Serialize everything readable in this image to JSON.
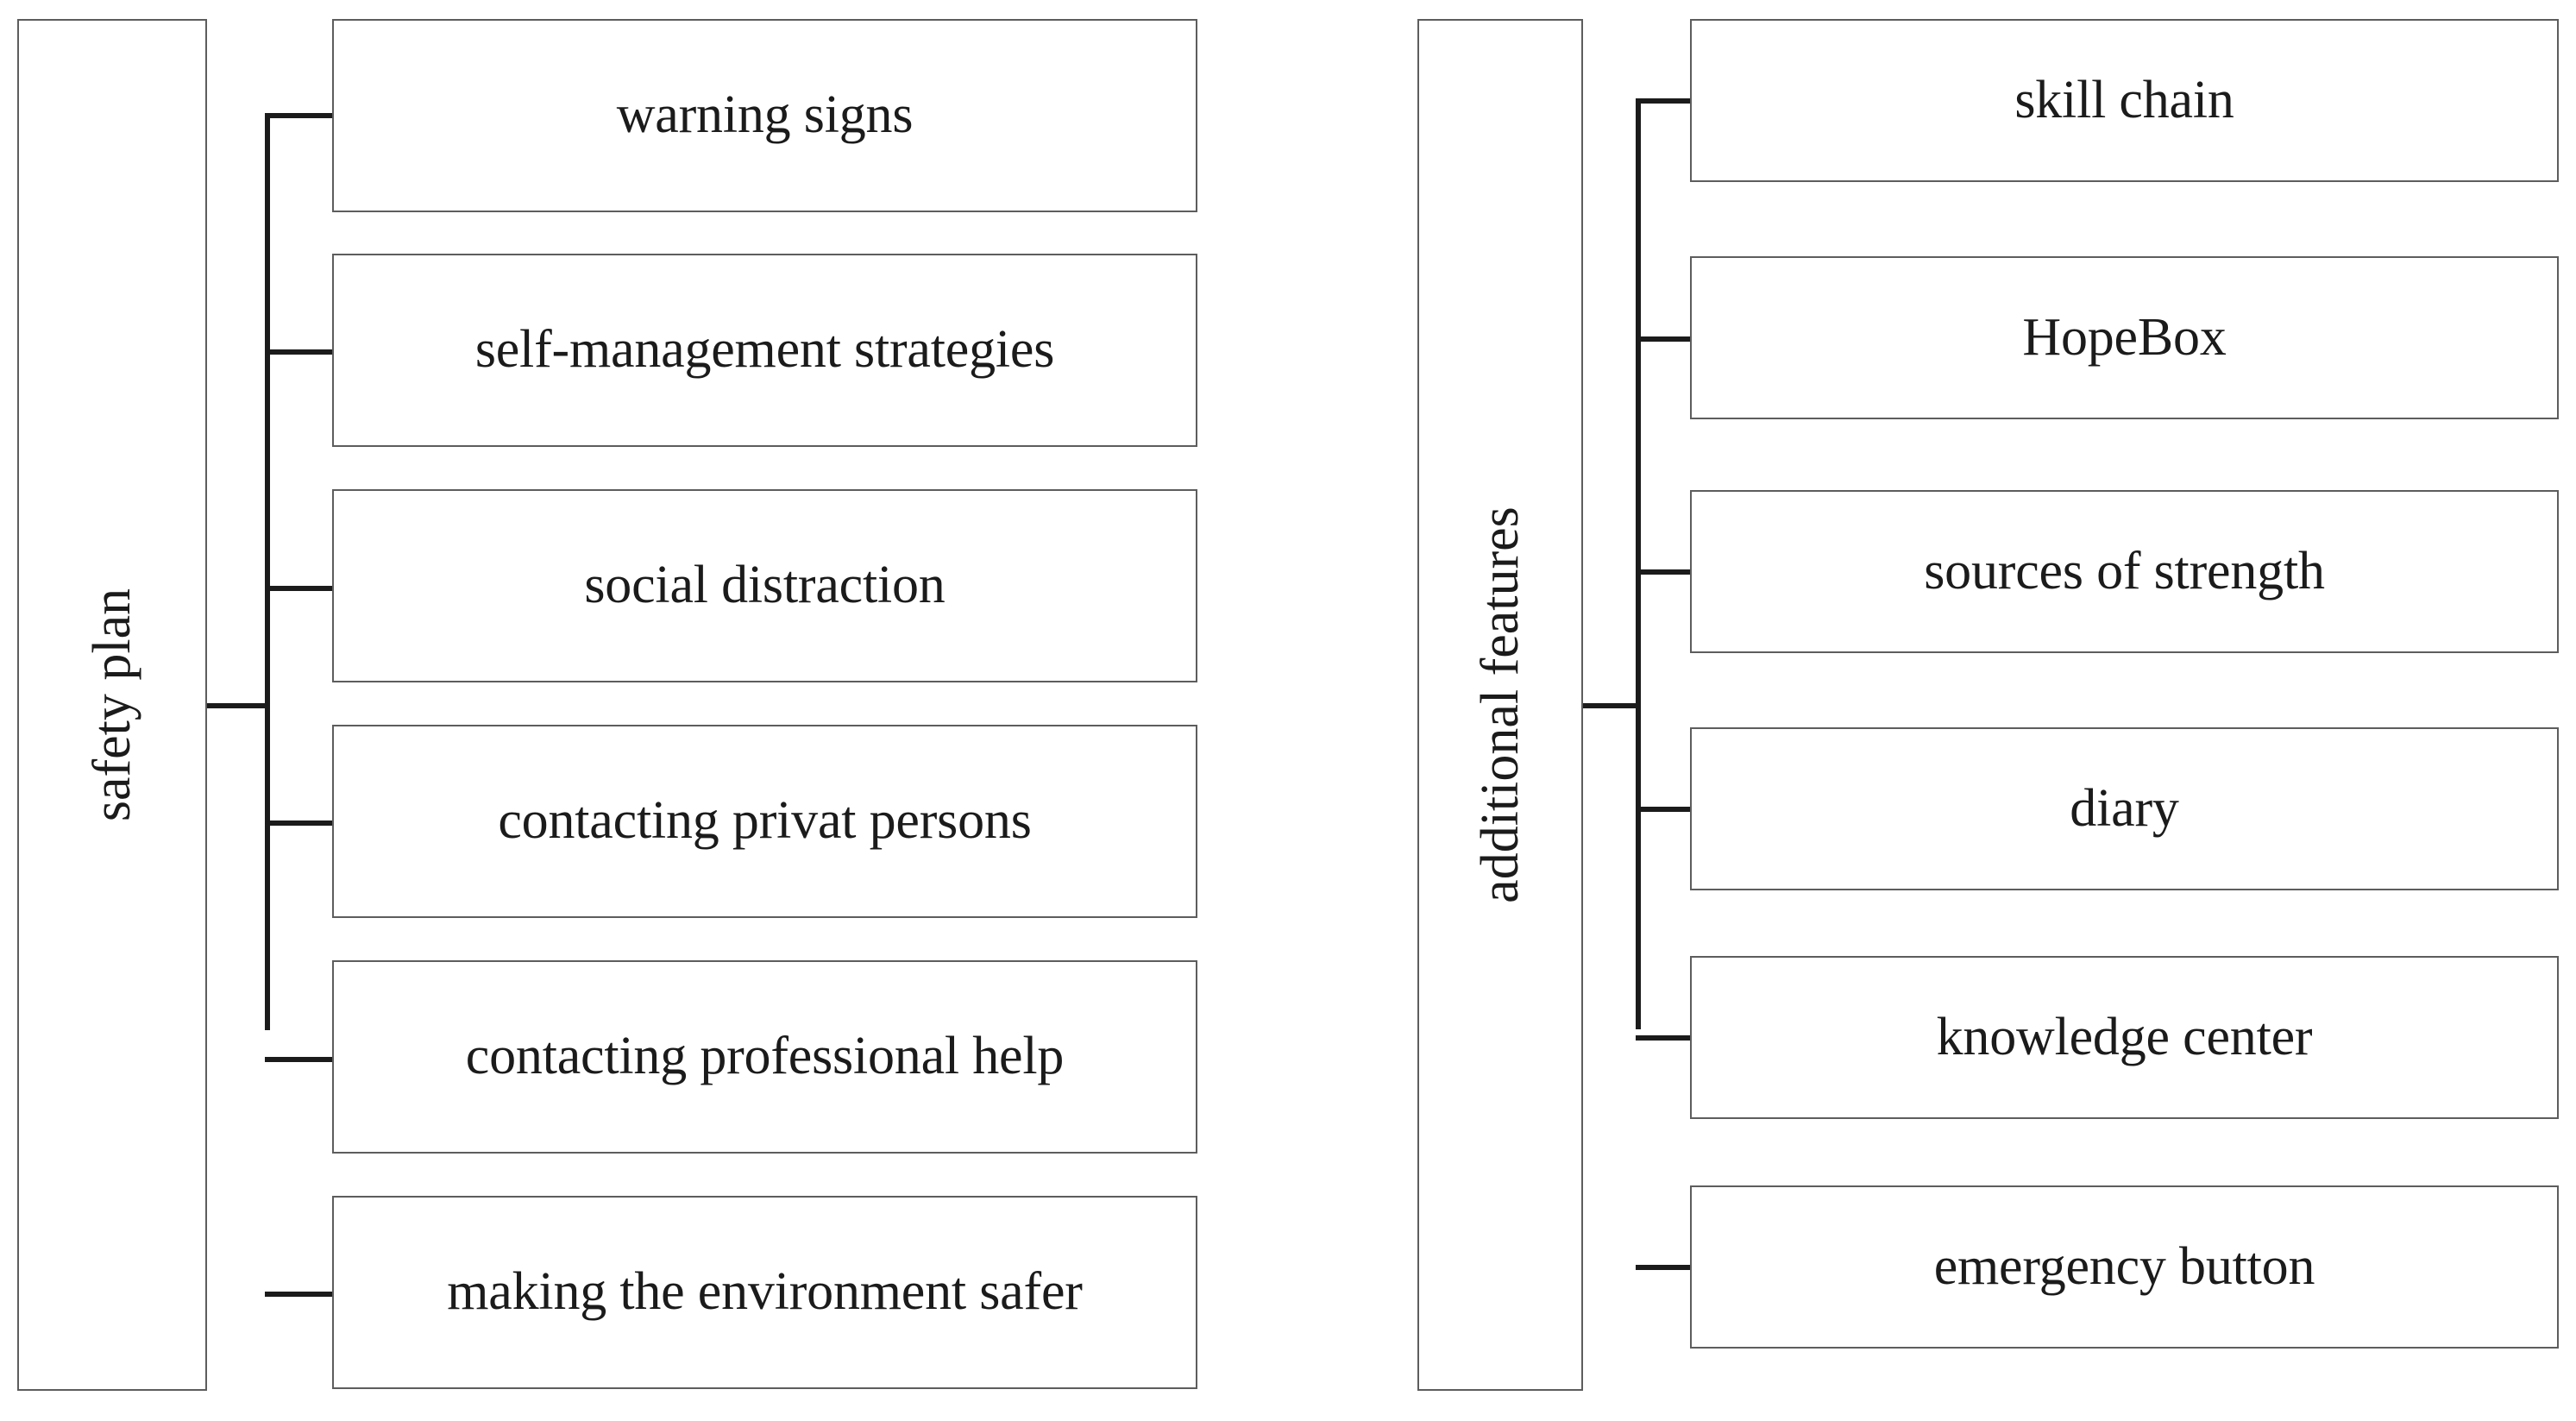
{
  "diagram": {
    "type": "tree-diagram",
    "orientation": "horizontal-left-to-right",
    "background_color": "#ffffff",
    "box_border_color": "#5d5d5d",
    "connector_color": "#1b1b1b",
    "text_color": "#1b1b1b"
  },
  "groups": [
    {
      "id": "safety-plan",
      "root_label": "safety plan",
      "root_orientation": "vertical-rotated",
      "children": [
        {
          "label": "warning signs"
        },
        {
          "label": "self-management strategies"
        },
        {
          "label": "social distraction"
        },
        {
          "label": "contacting privat persons"
        },
        {
          "label": "contacting professional help"
        },
        {
          "label": "making the environment safer"
        }
      ]
    },
    {
      "id": "additional-features",
      "root_label": "additional features",
      "root_orientation": "vertical-rotated",
      "children": [
        {
          "label": "skill chain"
        },
        {
          "label": "HopeBox"
        },
        {
          "label": "sources of strength"
        },
        {
          "label": "diary"
        },
        {
          "label": "knowledge center"
        },
        {
          "label": "emergency button"
        }
      ]
    }
  ]
}
